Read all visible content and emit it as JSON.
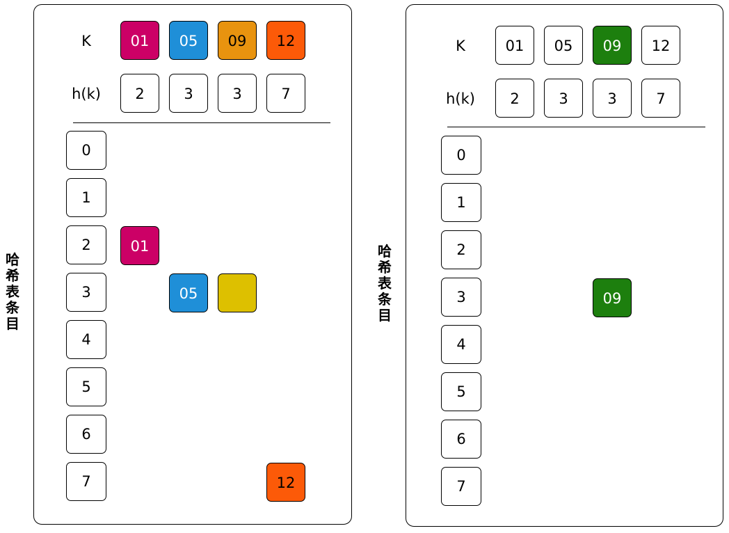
{
  "left": {
    "side_label": "哈希表条目",
    "k_label": "K",
    "hk_label": "h(k)",
    "keys": [
      {
        "text": "01",
        "color": "#CC0066",
        "text_color": "#ffffff"
      },
      {
        "text": "05",
        "color": "#1F8FD8",
        "text_color": "#ffffff"
      },
      {
        "text": "09",
        "color": "#E8930F",
        "text_color": "#000000"
      },
      {
        "text": "12",
        "color": "#FC5A08",
        "text_color": "#000000"
      }
    ],
    "hashes": [
      "2",
      "3",
      "3",
      "7"
    ],
    "slots": [
      "0",
      "1",
      "2",
      "3",
      "4",
      "5",
      "6",
      "7"
    ],
    "entries": [
      {
        "text": "01",
        "slot": 2,
        "column": 0,
        "color": "#CC0066",
        "text_color": "#ffffff"
      },
      {
        "text": "05",
        "slot": 3,
        "column": 1,
        "color": "#1F8FD8",
        "text_color": "#ffffff"
      },
      {
        "text": "",
        "slot": 3,
        "column": 2,
        "color": "#DDC000",
        "text_color": "#000000"
      },
      {
        "text": "12",
        "slot": 7,
        "column": 3,
        "color": "#FC5A08",
        "text_color": "#000000"
      }
    ]
  },
  "right": {
    "side_label": "哈希表条目",
    "k_label": "K",
    "hk_label": "h(k)",
    "keys": [
      {
        "text": "01",
        "color": "#ffffff",
        "text_color": "#000000"
      },
      {
        "text": "05",
        "color": "#ffffff",
        "text_color": "#000000"
      },
      {
        "text": "09",
        "color": "#1D7F0E",
        "text_color": "#ffffff"
      },
      {
        "text": "12",
        "color": "#ffffff",
        "text_color": "#000000"
      }
    ],
    "hashes": [
      "2",
      "3",
      "3",
      "7"
    ],
    "slots": [
      "0",
      "1",
      "2",
      "3",
      "4",
      "5",
      "6",
      "7"
    ],
    "entries": [
      {
        "text": "09",
        "slot": 3,
        "column": 2,
        "color": "#1D7F0E",
        "text_color": "#ffffff"
      }
    ]
  }
}
